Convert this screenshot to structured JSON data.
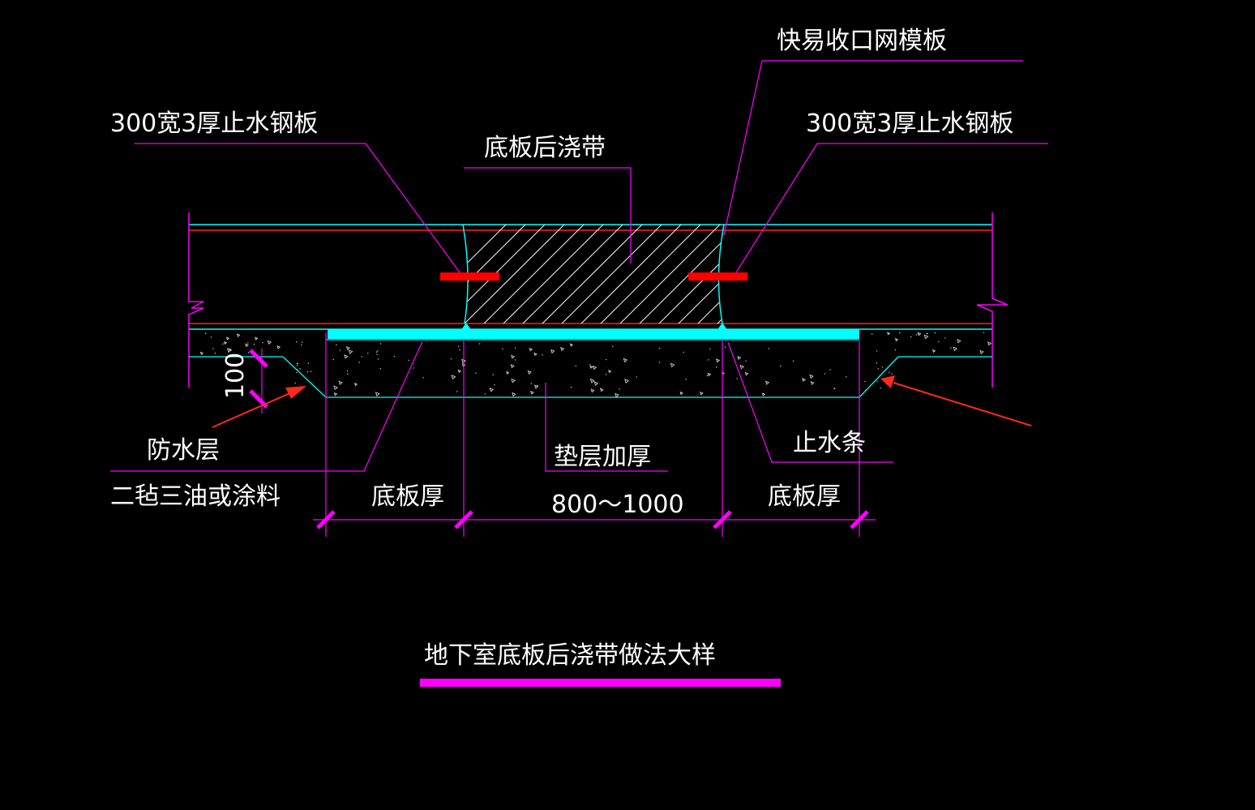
{
  "labels": {
    "quick_mesh_formwork": "快易收口网模板",
    "steel_plate_left": "300宽3厚止水钢板",
    "steel_plate_right": "300宽3厚止水钢板",
    "post_cast_strip": "底板后浇带",
    "waterproof_layer": "防水层",
    "felt_oil": "二毡三油或涂料",
    "waterstop_strip": "止水条",
    "cushion_thickened": "垫层加厚",
    "title": "地下室底板后浇带做法大样"
  },
  "dimensions": {
    "cushion_depth": "100",
    "slab_thickness_left": "底板厚",
    "strip_width": "800～1000",
    "slab_thickness_right": "底板厚"
  },
  "colors": {
    "background": "#000000",
    "text": "#ffffff",
    "leader": "#ff00ff",
    "outline": "#00ffff",
    "slab_line": "#ff2020",
    "steel_plate": "#ff0000",
    "arrow": "#ff2a1a",
    "hatch": "#ffffff",
    "title_underline": "#ff00ff"
  }
}
